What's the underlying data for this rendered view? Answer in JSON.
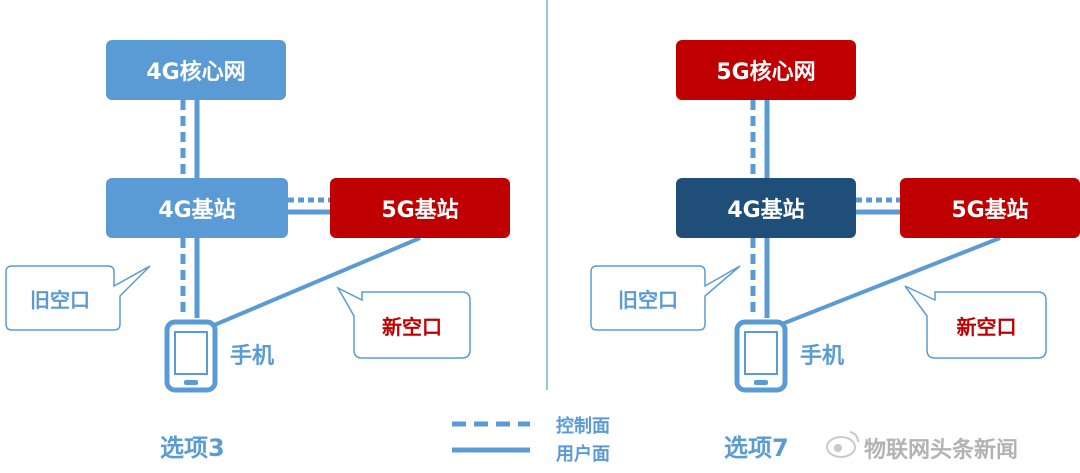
{
  "left": {
    "core": "4G核心网",
    "enb": "4G基站",
    "gnb": "5G基站",
    "old_air": "旧空口",
    "new_air": "新空口",
    "phone": "手机",
    "option": "选项3"
  },
  "right": {
    "core": "5G核心网",
    "enb": "4G基站",
    "gnb": "5G基站",
    "old_air": "旧空口",
    "new_air": "新空口",
    "phone": "手机",
    "option": "选项7"
  },
  "legend": {
    "control_plane": "控制面",
    "user_plane": "用户面"
  },
  "watermark": "物联网头条新闻",
  "colors": {
    "light_blue": "#5b9bd5",
    "red": "#c00000",
    "navy": "#1f4e79"
  }
}
